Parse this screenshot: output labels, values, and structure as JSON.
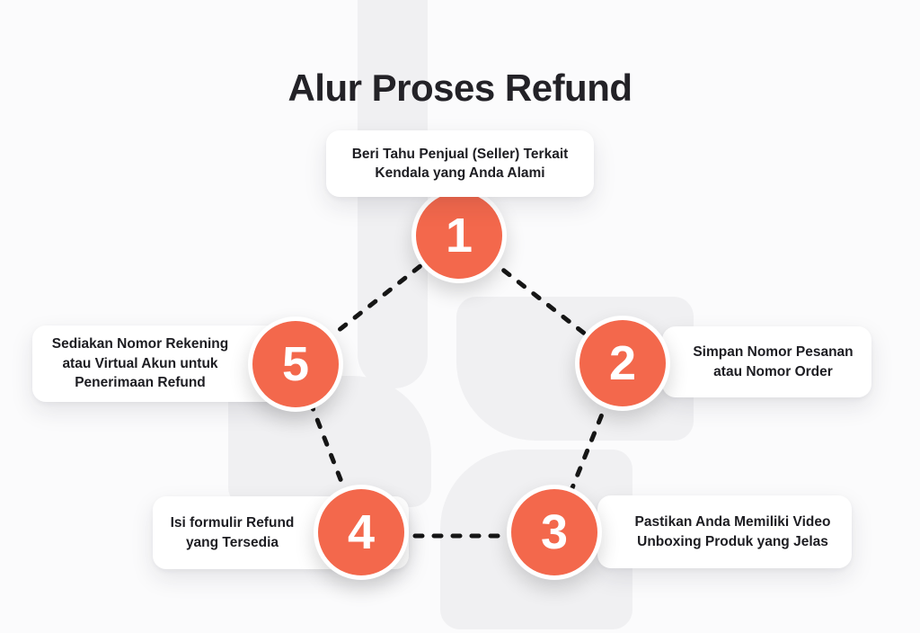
{
  "title": "Alur Proses Refund",
  "colors": {
    "accent": "#F3684C",
    "text": "#1D1D22",
    "connector": "#161616",
    "card_bg": "#FFFFFF",
    "watermark": "#F0F0F2",
    "background": "#FBFBFC"
  },
  "steps": [
    {
      "number": "1",
      "label": [
        "Beri Tahu Penjual (Seller) Terkait",
        "Kendala yang Anda Alami"
      ]
    },
    {
      "number": "2",
      "label": [
        "Simpan Nomor Pesanan",
        "atau Nomor Order"
      ]
    },
    {
      "number": "3",
      "label": [
        "Pastikan Anda Memiliki Video",
        "Unboxing Produk yang Jelas"
      ]
    },
    {
      "number": "4",
      "label": [
        "Isi formulir Refund",
        "yang Tersedia"
      ]
    },
    {
      "number": "5",
      "label": [
        "Sediakan Nomor Rekening",
        "atau Virtual Akun untuk",
        "Penerimaan Refund"
      ]
    }
  ]
}
